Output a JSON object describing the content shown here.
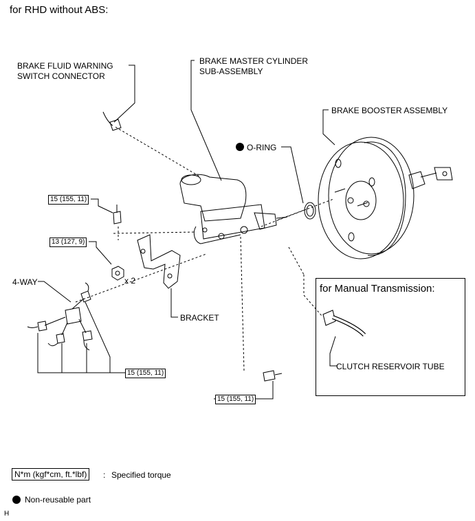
{
  "title": "for RHD without ABS:",
  "labels": {
    "warning_switch_line1": "BRAKE FLUID WARNING",
    "warning_switch_line2": "SWITCH CONNECTOR",
    "master_cylinder_line1": "BRAKE MASTER CYLINDER",
    "master_cylinder_line2": "SUB-ASSEMBLY",
    "brake_booster": "BRAKE BOOSTER ASSEMBLY",
    "o_ring": "O-RING",
    "four_way": "4-WAY",
    "bracket": "BRACKET",
    "quantity": "x 2",
    "clutch_tube": "CLUTCH RESERVOIR TUBE"
  },
  "torques": {
    "t1": "15 (155, 11)",
    "t2": "13 (127, 9)",
    "t3": "15 (155, 11)",
    "t4": "15 (155, 11)"
  },
  "manual_panel": {
    "title": "for Manual Transmission:"
  },
  "legend": {
    "torque_units": "N*m (kgf*cm, ft.*lbf)",
    "separator": ":",
    "torque_desc": "Specified torque",
    "non_reusable": "Non-reusable part"
  },
  "page_mark": "H"
}
